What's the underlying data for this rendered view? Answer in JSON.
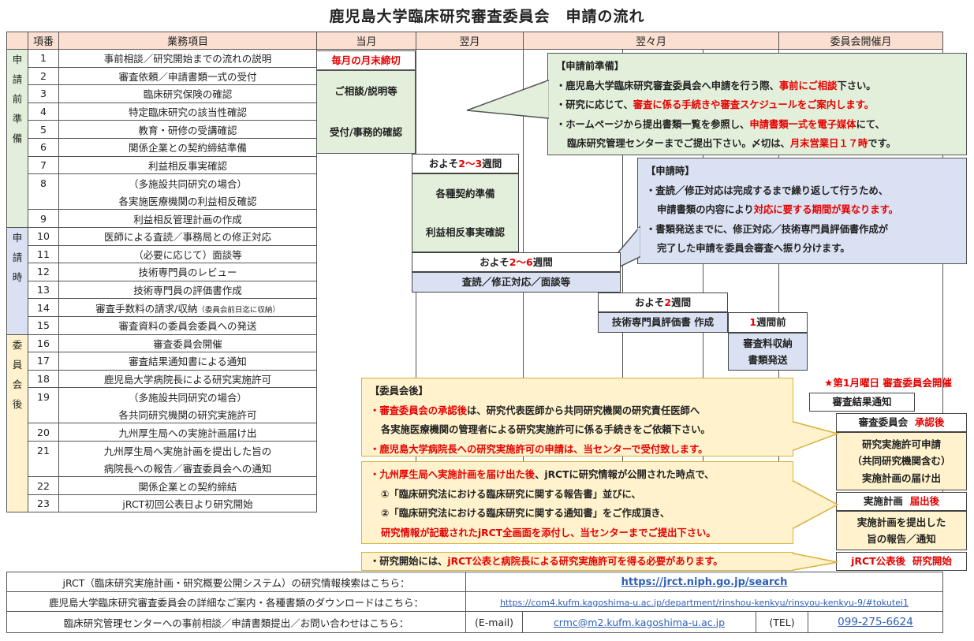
{
  "title": "鹿児島大学臨床研究審査委員会　申請の流れ",
  "headers": {
    "no": "項番",
    "item": "業務項目",
    "m0": "当月",
    "m1": "翌月",
    "m2": "翌々月",
    "m3": "委員会開催月"
  },
  "sections": [
    {
      "label": "申請前準備"
    },
    {
      "label": "申請時"
    },
    {
      "label": "委員会後"
    }
  ],
  "rows": [
    {
      "no": "1",
      "item": "事前相談／研究開始までの流れの説明"
    },
    {
      "no": "2",
      "item": "審査依頼／申請書類一式の受付"
    },
    {
      "no": "3",
      "item": "臨床研究保険の確認"
    },
    {
      "no": "4",
      "item": "特定臨床研究の該当性確認"
    },
    {
      "no": "5",
      "item": "教育・研修の受講確認"
    },
    {
      "no": "6",
      "item": "関係企業との契約締結準備"
    },
    {
      "no": "7",
      "item": "利益相反事実確認"
    },
    {
      "no": "8",
      "item": "（多施設共同研究の場合）"
    },
    {
      "no": "",
      "item": "各実施医療機関の利益相反確認"
    },
    {
      "no": "9",
      "item": "利益相反管理計画の作成"
    },
    {
      "no": "10",
      "item": "医師による査読／事務局との修正対応"
    },
    {
      "no": "11",
      "item": "（必要に応じて）面談等"
    },
    {
      "no": "12",
      "item": "技術専門員のレビュー"
    },
    {
      "no": "13",
      "item": "技術専門員の評価書作成"
    },
    {
      "no": "14",
      "item": "審査手数料の請求/収納",
      "small": "（委員会前日迄に収納）"
    },
    {
      "no": "15",
      "item": "審査資料の委員会委員への発送"
    },
    {
      "no": "16",
      "item": "審査委員会開催"
    },
    {
      "no": "17",
      "item": "審査結果通知書による通知"
    },
    {
      "no": "18",
      "item": "鹿児島大学病院長による研究実施許可"
    },
    {
      "no": "19",
      "item": "（多施設共同研究の場合）"
    },
    {
      "no": "",
      "item": "各共同研究機関の研究実施許可"
    },
    {
      "no": "20",
      "item": "九州厚生局への実施計画届け出"
    },
    {
      "no": "21",
      "item": "九州厚生局へ実施計画を提出した旨の"
    },
    {
      "no": "",
      "item": "病院長への報告／審査委員会への通知"
    },
    {
      "no": "22",
      "item": "関係企業との契約締結"
    },
    {
      "no": "23",
      "item": "jRCT初回公表日より研究開始"
    }
  ],
  "boxes": {
    "monthly_deadline": "毎月の月末締切",
    "consult": "ご相談/説明等",
    "accept": "受付/事務的確認",
    "approx23_pre": "およそ",
    "approx23_num": "2～3",
    "approx23_post": "週間",
    "contract_prep": "各種契約準備",
    "coi_check": "利益相反事実確認",
    "approx26_pre": "およそ",
    "approx26_num": "2～6",
    "approx26_post": "週間",
    "review": "査読／修正対応／面談等",
    "approx2_pre": "およそ",
    "approx2_num": "2",
    "approx2_post": "週間",
    "expert_eval": "技術専門員評価書 作成",
    "week_before_num": "1",
    "week_before": "週間前",
    "fee": "審査料収納",
    "send_docs": "書類発送",
    "meeting": "★第1月曜日 審査委員会開催",
    "result_notice": "審査結果通知",
    "approved_a": "審査委員会",
    "approved_b": "承認後",
    "permit_a": "研究実施許可申請",
    "permit_b": "（共同研究機関含む）",
    "plan_submit": "実施計画の届け出",
    "plan_after_a": "実施計画",
    "plan_after_b": "届出後",
    "report_a": "実施計画を提出した",
    "report_b": "旨の報告／通知",
    "start_a": "jRCT公表後",
    "start_b": "研究開始"
  },
  "notes": {
    "pre": {
      "heading": "【申請前準備】",
      "l1a": "・鹿児島大学臨床研究審査委員会へ申請を行う際、",
      "l1b": "事前にご相談",
      "l1c": "下さい。",
      "l2a": "・研究に応じて、",
      "l2b": "審査に係る手続きや審査スケジュールをご案内します。",
      "l3a": "・ホームページから提出書類一覧を参照し、",
      "l3b": "申請書類一式を電子媒体",
      "l3c": "にて、",
      "l4a": "臨床研究管理センターまでご提出下さい。〆切は、",
      "l4b": "月末営業日１７時",
      "l4c": "です。"
    },
    "during": {
      "heading": "【申請時】",
      "l1": "・査読／修正対応は完成するまで繰り返して行うため、",
      "l2a": "申請書類の内容により",
      "l2b": "対応に要する期間が異なります。",
      "l3": "・書類発送までに、修正対応／技術専門員評価書作成が",
      "l4": "完了した申請を委員会審査へ振り分けます。"
    },
    "after": {
      "heading": "【委員会後】",
      "l1a": "・",
      "l1b": "審査委員会の承認後",
      "l1c": "は、研究代表医師から共同研究機関の研究責任医師へ",
      "l2": "各実施医療機関の管理者による研究実施許可に係る手続きをご依頼下さい。",
      "l3": "・鹿児島大学病院長への研究実施許可の申請は、当センターで受付致します。"
    },
    "kouseikyoku": {
      "l1a": "・",
      "l1b": "九州厚生局へ実施計画を届け出た後",
      "l1c": "、jRCTに研究情報が公開された時点で、",
      "l2": "①「臨床研究法における臨床研究に関する報告書」並びに、",
      "l3": "②「臨床研究法における臨床研究に関する通知書」をご作成頂き、",
      "l4": "研究情報が記載されたjRCT全画面を添付し、当センターまでご提出下さい。"
    },
    "start": {
      "l1a": "・研究開始には、",
      "l1b": "jRCT公表と病院長による研究実施許可を得る必要があります。"
    }
  },
  "footer": {
    "r1_label": "jRCT（臨床研究実施計画・研究概要公開システム）の研究情報検索はこちら：",
    "r1_link": "https://jrct.niph.go.jp/search",
    "r2_label": "鹿児島大学臨床研究審査委員会の詳細なご案内・各種書類のダウンロードはこちら：",
    "r2_link": "https://com4.kufm.kagoshima-u.ac.jp/department/rinshou-kenkyu/rinsyou-kenkyu-9/#tokutei1",
    "r3_label": "臨床研究管理センターへの事前相談／申請書類提出／お問い合わせはこちら：",
    "r3_email_label": "(E-mail)",
    "r3_email": "crmc@m2.kufm.kagoshima-u.ac.jp",
    "r3_tel_label": "(TEL)",
    "r3_tel": "099-275-6624"
  },
  "colors": {
    "header_bg": "#fbe0d2",
    "pre_bg": "#e2efda",
    "during_bg": "#d9e1f2",
    "after_bg": "#fff2cc",
    "accent_red": "#e60000",
    "link": "#2e5fb5"
  }
}
